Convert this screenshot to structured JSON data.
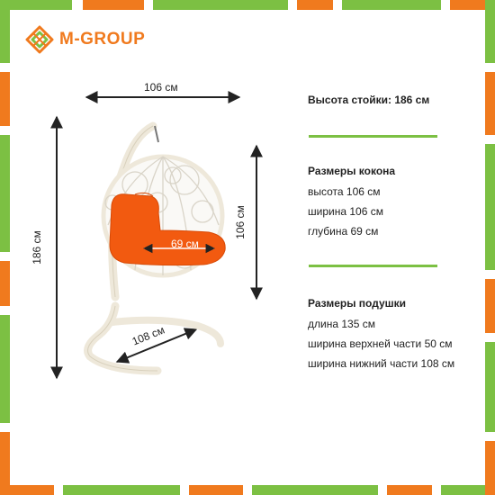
{
  "brand": {
    "name": "M-GROUP",
    "color": "#f07a1e"
  },
  "colors": {
    "green": "#7cc043",
    "orange": "#f07a1e",
    "cushion": "#f25a10",
    "frame": "#eee8da"
  },
  "dimensions": {
    "top_width": "106 см",
    "total_height": "186 см",
    "cocoon_height": "106 см",
    "depth": "69 см",
    "base": "108 см"
  },
  "specs": {
    "stand_height": "Высота стойки: 186 см",
    "cocoon_title": "Размеры кокона",
    "cocoon_items": [
      "высота 106 см",
      "ширина 106 см",
      "глубина 69 см"
    ],
    "cushion_title": "Размеры подушки",
    "cushion_items": [
      "длина 135 см",
      "ширина верхней части 50 см",
      "ширина нижний части 108 см"
    ]
  }
}
